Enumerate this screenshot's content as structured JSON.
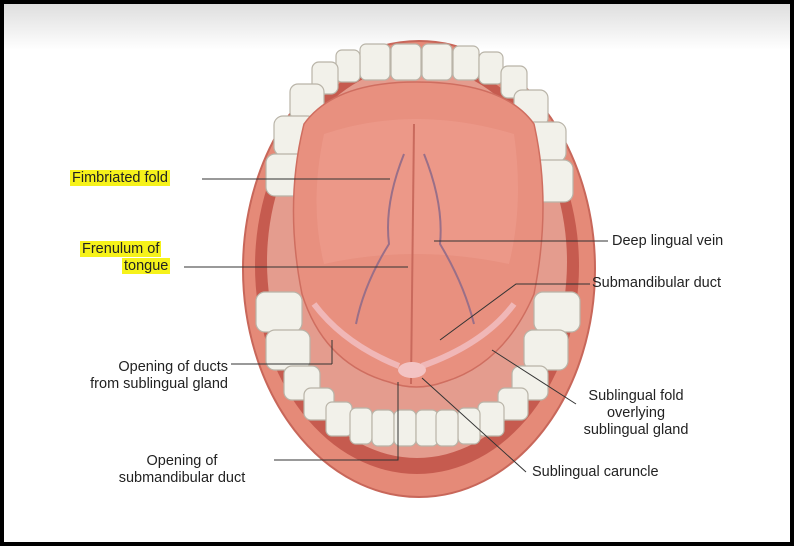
{
  "labels": {
    "fimbriated_fold": "Fimbriated fold",
    "frenulum_line1": "Frenulum of",
    "frenulum_line2": "tongue",
    "deep_lingual_vein": "Deep lingual vein",
    "submandibular_duct": "Submandibular duct",
    "openings_line1": "Opening of ducts",
    "openings_line2": "from sublingual gland",
    "sublingual_fold_line1": "Sublingual fold",
    "sublingual_fold_line2": "overlying",
    "sublingual_fold_line3": "sublingual gland",
    "sublingual_caruncle": "Sublingual caruncle",
    "opening_sub_line1": "Opening of",
    "opening_sub_line2": "submandibular duct"
  },
  "colors": {
    "highlight": "#f6f21a",
    "lips": "#e58a78",
    "tongue": "#e8907f",
    "teeth": "#f2f1ea",
    "frame": "#000000"
  }
}
